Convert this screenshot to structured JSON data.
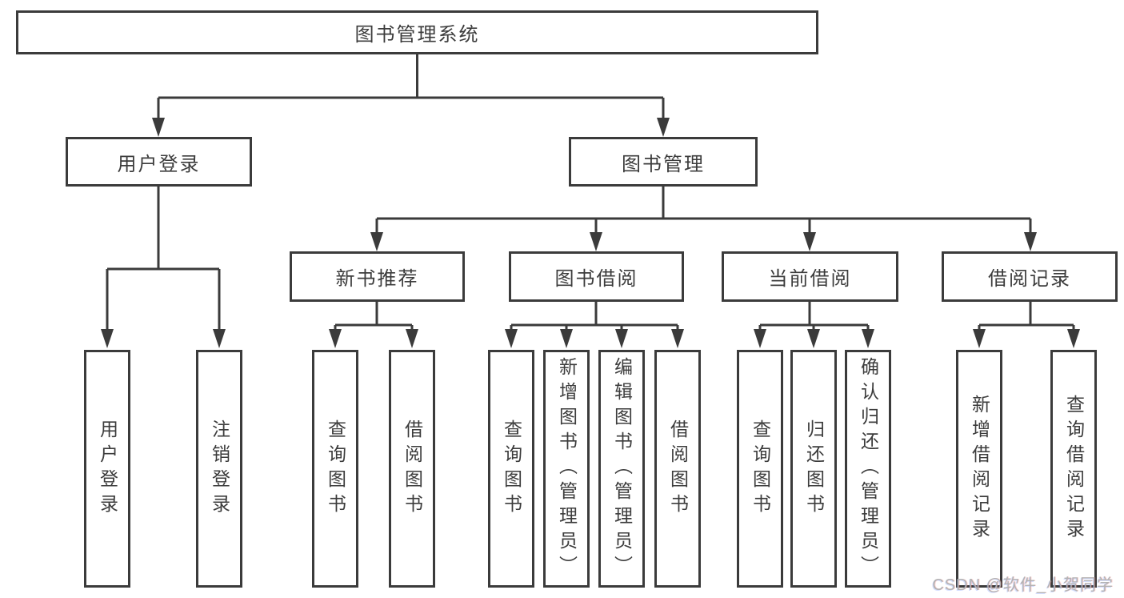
{
  "tree": {
    "root": "图书管理系统",
    "branches": [
      {
        "label": "用户登录",
        "children": [
          "用户登录",
          "注销登录"
        ]
      },
      {
        "label": "图书管理",
        "sections": [
          {
            "label": "新书推荐",
            "children": [
              "查询图书",
              "借阅图书"
            ]
          },
          {
            "label": "图书借阅",
            "children": [
              "查询图书",
              "新增图书（管理员）",
              "编辑图书（管理员）",
              "借阅图书"
            ]
          },
          {
            "label": "当前借阅",
            "children": [
              "查询图书",
              "归还图书",
              "确认归还（管理员）"
            ]
          },
          {
            "label": "借阅记录",
            "children": [
              "新增借阅记录",
              "查询借阅记录"
            ]
          }
        ]
      }
    ]
  },
  "watermark": "CSDN @软件_小贺同学",
  "colors": {
    "line": "#3b3b3b",
    "text": "#3c3c3c",
    "watermark": "#b3b3b3",
    "background": "#ffffff"
  }
}
